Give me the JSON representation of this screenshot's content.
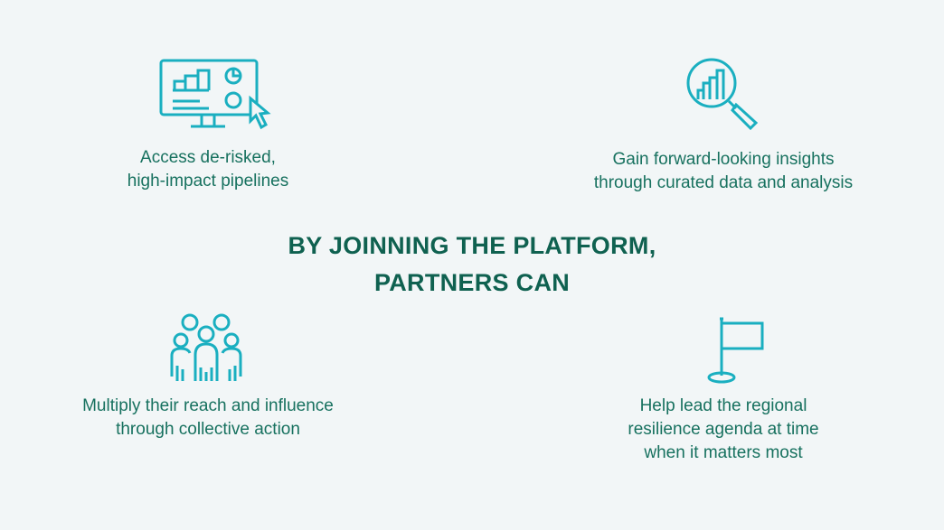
{
  "colors": {
    "background": "#f2f6f7",
    "icon": "#1aafc0",
    "text": "#17715f",
    "heading": "#0f6150"
  },
  "heading": {
    "line1": "BY JOINNING THE PLATFORM,",
    "line2": "PARTNERS CAN"
  },
  "items": [
    {
      "icon": "dashboard-monitor-icon",
      "line1": "Access de-risked,",
      "line2": "high-impact pipelines"
    },
    {
      "icon": "magnifier-chart-icon",
      "line1": "Gain forward-looking insights",
      "line2": "through curated data and analysis"
    },
    {
      "icon": "people-group-icon",
      "line1": "Multiply their reach and influence",
      "line2": "through collective action"
    },
    {
      "icon": "flag-icon",
      "line1": "Help lead the regional",
      "line2": "resilience agenda at time",
      "line3": "when it matters most"
    }
  ]
}
